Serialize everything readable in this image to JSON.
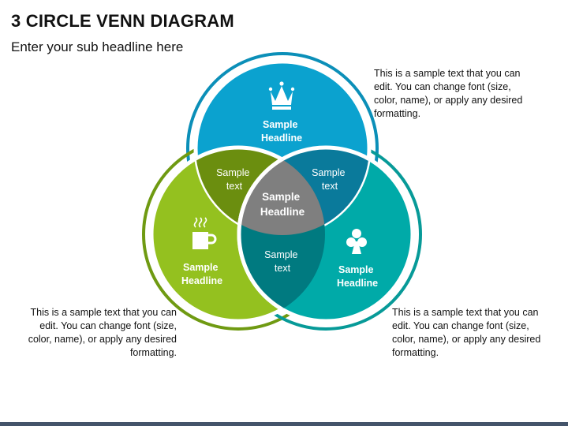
{
  "header": {
    "title": "3 CIRCLE VENN DIAGRAM",
    "subtitle": "Enter your sub headline here"
  },
  "colors": {
    "top": "#0ba2cf",
    "left": "#94c11f",
    "right": "#00aaa8",
    "overlap_left_top": "#6b8e0f",
    "overlap_top_right": "#0a7a9b",
    "overlap_left_right": "#007a80",
    "center": "#7f7f7f",
    "ring_top": "#0b8fb8",
    "ring_left": "#6f9a12",
    "ring_right": "#079a98"
  },
  "venn": {
    "top": {
      "headline_line1": "Sample",
      "headline_line2": "Headline",
      "icon": "crown-icon"
    },
    "left": {
      "headline_line1": "Sample",
      "headline_line2": "Headline",
      "icon": "coffee-mug-icon"
    },
    "right": {
      "headline_line1": "Sample",
      "headline_line2": "Headline",
      "icon": "club-icon"
    },
    "overlap_left_top": {
      "line1": "Sample",
      "line2": "text"
    },
    "overlap_top_right": {
      "line1": "Sample",
      "line2": "text"
    },
    "overlap_left_right": {
      "line1": "Sample",
      "line2": "text"
    },
    "center": {
      "line1": "Sample",
      "line2": "Headline"
    }
  },
  "descriptions": {
    "top": "This is a sample text that you can edit. You can change font (size, color, name), or apply any desired formatting.",
    "left": "This is a sample text that you can edit. You can change font (size, color, name), or apply any desired formatting.",
    "right": "This is a sample text that you can edit. You can change font (size, color, name), or apply any desired formatting."
  }
}
